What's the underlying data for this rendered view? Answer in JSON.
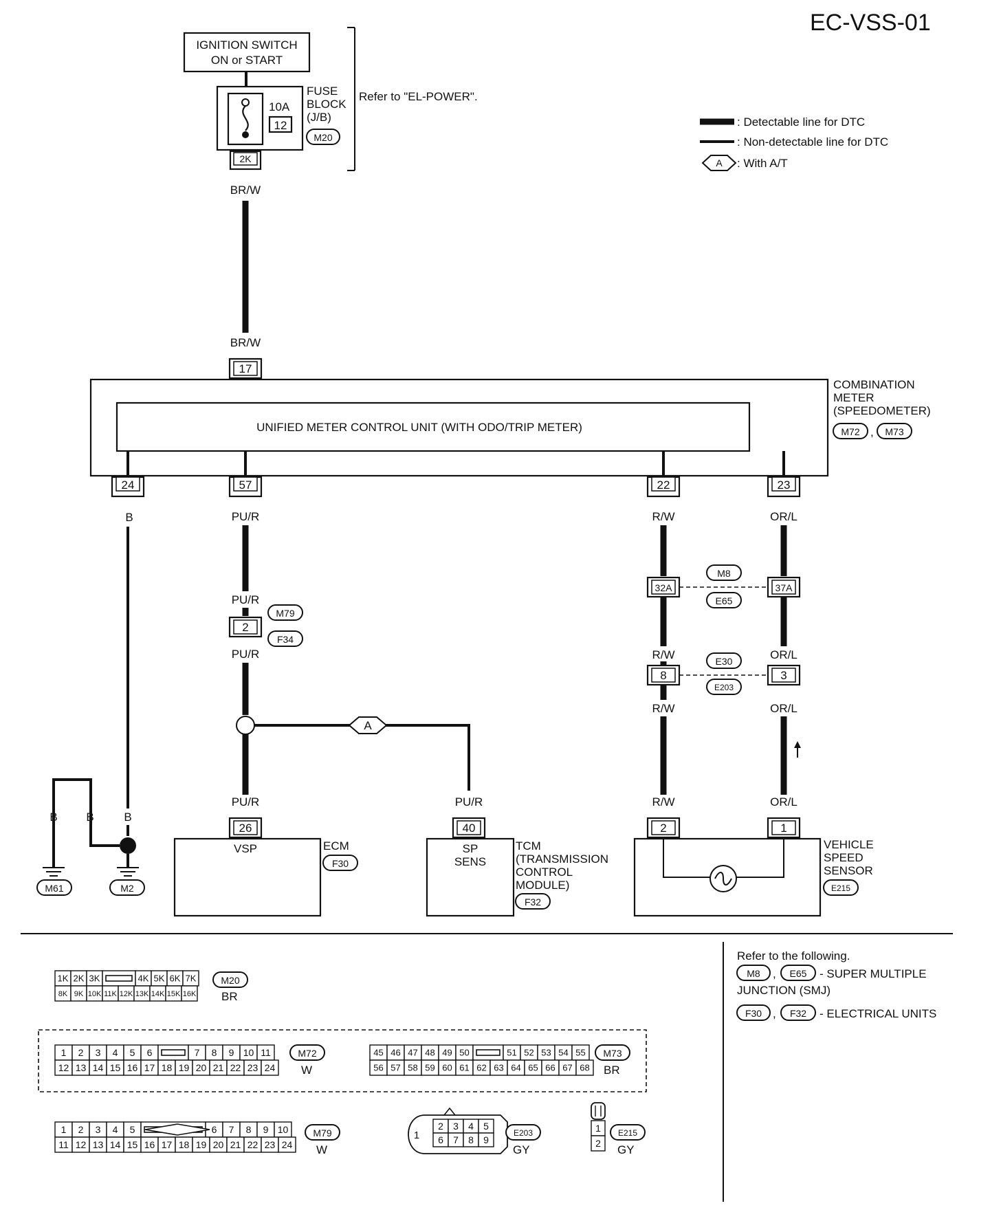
{
  "page_code": "EC-VSS-01",
  "legend": {
    "detectable": ": Detectable line for DTC",
    "non_detectable": ": Non-detectable line for DTC",
    "with_at_symbol": "A",
    "with_at": ": With A/T"
  },
  "ignition": {
    "line1": "IGNITION SWITCH",
    "line2": "ON or START"
  },
  "fuse": {
    "rating": "10A",
    "number": "12",
    "label1": "FUSE",
    "label2": "BLOCK",
    "label3": "(J/B)",
    "connector": "M20",
    "terminal": "2K",
    "refer": "Refer to \"EL-POWER\"."
  },
  "wires": {
    "brw": "BR/W",
    "b": "B",
    "pur": "PU/R",
    "rw": "R/W",
    "orl": "OR/L"
  },
  "combination_meter": {
    "label1": "COMBINATION",
    "label2": "METER",
    "label3": "(SPEEDOMETER)",
    "conn1": "M72",
    "conn2": "M73",
    "unit": "UNIFIED METER CONTROL UNIT (WITH ODO/TRIP METER)",
    "pin_in": "17",
    "pins": [
      "24",
      "57",
      "22",
      "23"
    ]
  },
  "joints": {
    "m79": "M79",
    "f34": "F34",
    "pin2": "2",
    "m8": "M8",
    "e65": "E65",
    "pin32a": "32A",
    "pin37a": "37A",
    "e30": "E30",
    "e203": "E203",
    "pin8": "8",
    "pin3": "3"
  },
  "grounds": {
    "m61": "M61",
    "m2": "M2"
  },
  "ecm": {
    "name": "ECM",
    "conn": "F30",
    "pin": "26",
    "terminal": "VSP"
  },
  "tcm": {
    "pin": "40",
    "term1": "SP",
    "term2": "SENS",
    "l1": "TCM",
    "l2": "(TRANSMISSION",
    "l3": "CONTROL",
    "l4": "MODULE)",
    "conn": "F32"
  },
  "vss": {
    "pin_a": "2",
    "pin_b": "1",
    "l1": "VEHICLE",
    "l2": "SPEED",
    "l3": "SENSOR",
    "conn": "E215"
  },
  "refer_box": {
    "title": "Refer to the following.",
    "c1": "M8",
    "c2": "E65",
    "desc1": "- SUPER MULTIPLE",
    "desc1b": "JUNCTION (SMJ)",
    "c3": "F30",
    "c4": "F32",
    "desc2": "- ELECTRICAL UNITS"
  },
  "connectors": {
    "m20": {
      "row1": [
        "1K",
        "2K",
        "3K",
        "",
        "4K",
        "5K",
        "6K",
        "7K"
      ],
      "row2": [
        "8K",
        "9K",
        "10K",
        "11K",
        "12K",
        "13K",
        "14K",
        "15K",
        "16K"
      ],
      "id": "M20",
      "color": "BR"
    },
    "m72": {
      "row1": [
        "1",
        "2",
        "3",
        "4",
        "5",
        "6",
        "",
        "7",
        "8",
        "9",
        "10",
        "11"
      ],
      "row2": [
        "12",
        "13",
        "14",
        "15",
        "16",
        "17",
        "18",
        "19",
        "20",
        "21",
        "22",
        "23",
        "24"
      ],
      "id": "M72",
      "color": "W"
    },
    "m73": {
      "row1": [
        "45",
        "46",
        "47",
        "48",
        "49",
        "50",
        "",
        "51",
        "52",
        "53",
        "54",
        "55"
      ],
      "row2": [
        "56",
        "57",
        "58",
        "59",
        "60",
        "61",
        "62",
        "63",
        "64",
        "65",
        "66",
        "67",
        "68"
      ],
      "id": "M73",
      "color": "BR"
    },
    "m79": {
      "row1": [
        "1",
        "2",
        "3",
        "4",
        "5",
        "",
        "6",
        "7",
        "8",
        "9",
        "10"
      ],
      "row2": [
        "11",
        "12",
        "13",
        "14",
        "15",
        "16",
        "17",
        "18",
        "19",
        "20",
        "21",
        "22",
        "23",
        "24"
      ],
      "id": "M79",
      "color": "W"
    },
    "e203": {
      "left": "1",
      "row1": [
        "2",
        "3",
        "4",
        "5"
      ],
      "row2": [
        "6",
        "7",
        "8",
        "9"
      ],
      "id": "E203",
      "color": "GY"
    },
    "e215": {
      "pins": [
        "1",
        "2"
      ],
      "id": "E215",
      "color": "GY"
    }
  }
}
